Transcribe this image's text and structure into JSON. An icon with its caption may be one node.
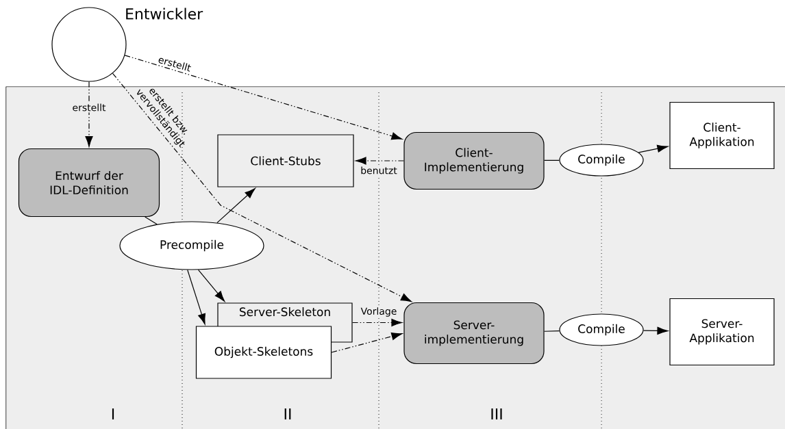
{
  "diagram": {
    "nodes": [
      {
        "text": [
          "Entwickler"
        ]
      },
      {
        "text": [
          "Entwurf der IDL-Definition"
        ]
      },
      {
        "text": [
          "Client-Stubs"
        ]
      },
      {
        "text": [
          "Client-Implementierung"
        ]
      },
      {
        "text": [
          "Compile"
        ]
      },
      {
        "text": [
          "Client-Applikation"
        ]
      },
      {
        "text": [
          "Precompile"
        ]
      },
      {
        "text": [
          "Server-Skeleton"
        ]
      },
      {
        "text": [
          "Objekt-Skeletons"
        ]
      },
      {
        "text": [
          "Server-implementierung"
        ]
      },
      {
        "text": [
          "Compile"
        ]
      },
      {
        "text": [
          "Server-Applikation"
        ]
      }
    ],
    "edges": [
      {
        "from": 0,
        "to": 1,
        "arrow": "to",
        "label": "erstellt",
        "style": "dashed"
      },
      {
        "from": 0,
        "to": 3,
        "arrow": "to",
        "label": "erstellt",
        "style": "dashed"
      },
      {
        "from": 0,
        "to": 9,
        "arrow": "to",
        "label": "erstellt bzw. vervollständigt",
        "style": "dashed"
      },
      {
        "from": 3,
        "to": 2,
        "arrow": "to",
        "label": "benutzt",
        "style": "dashed"
      },
      {
        "from": 1,
        "to": 6,
        "arrow": "none"
      },
      {
        "from": 6,
        "to": 2,
        "arrow": "to"
      },
      {
        "from": 6,
        "to": 8,
        "arrow": "to"
      },
      {
        "from": 6,
        "to": 7,
        "arrow": "to"
      },
      {
        "from": 7,
        "to": 9,
        "arrow": "to",
        "label": "Vorlage",
        "style": "dashed"
      },
      {
        "from": 8,
        "to": 9,
        "arrow": "to",
        "style": "dashed"
      },
      {
        "from": 3,
        "to": 4,
        "arrow": "none"
      },
      {
        "from": 4,
        "to": 5,
        "arrow": "to"
      },
      {
        "from": 9,
        "to": 10,
        "arrow": "none"
      },
      {
        "from": 10,
        "to": 11,
        "arrow": "to"
      }
    ],
    "labels": [
      "I",
      "II",
      "III"
    ]
  }
}
